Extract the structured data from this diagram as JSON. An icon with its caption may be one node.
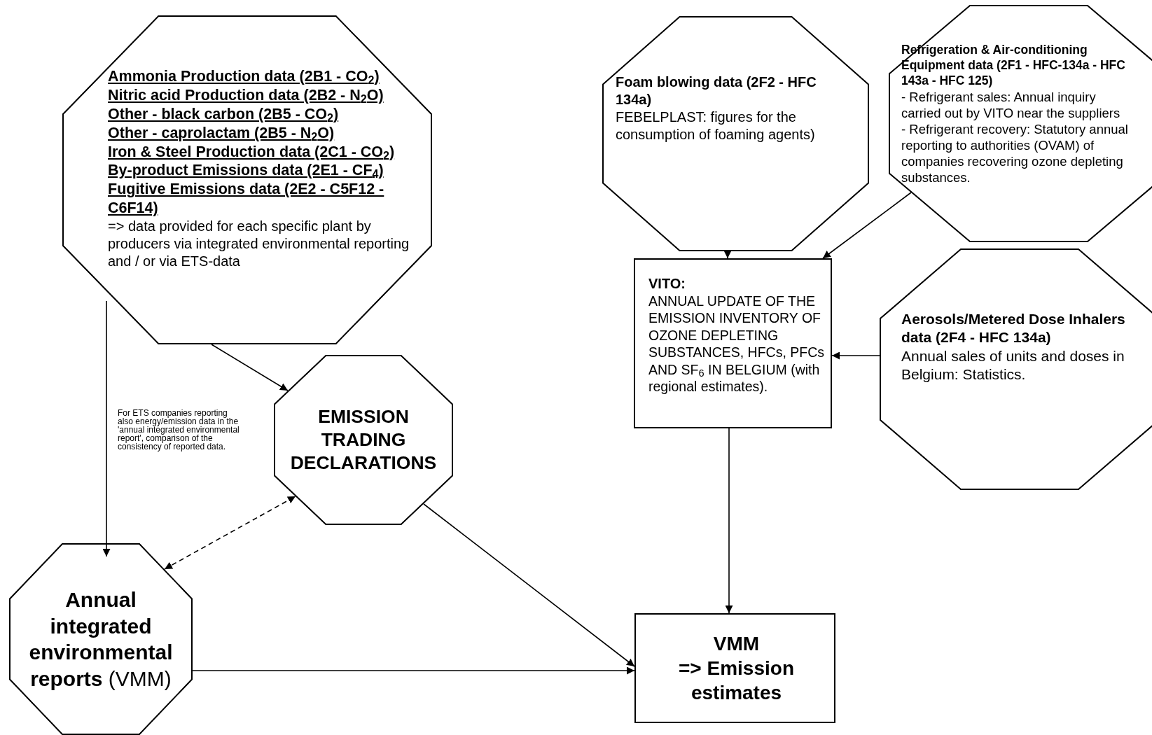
{
  "diagram": {
    "nodes": [
      {
        "text": [
          "Ammonia Production data (2B1 - CO$_{2}$)",
          "Nitric acid Production data (2B2 - N$_{2}$O)",
          "Other - black carbon (2B5 - CO$_{2}$)",
          "Other - caprolactam (2B5 - N$_{2}$O)",
          "Iron & Steel Production data (2C1 - CO$_{2}$)",
          "By-product Emissions data (2E1 - CF$_{4}$)",
          "Fugitive Emissions data (2E2 - C5F12 - C6F14)",
          "=> data provided for each specific plant by producers via integrated environmental reporting and / or via ETS-data"
        ]
      },
      {
        "text": [
          "EMISSION TRADING DECLARATIONS"
        ]
      },
      {
        "text": [
          "**Annual integrated environmental reports** (VMM)"
        ]
      },
      {
        "text": [
          "Foam blowing data (2F2 - HFC 134a)",
          "FEBELPLAST: figures for the consumption of foaming agents)"
        ]
      },
      {
        "text": [
          "Refrigeration & Air-conditioning Equipment data (2F1 - HFC-134a - HFC 143a - HFC 125)",
          "- Refrigerant sales: Annual inquiry carried out by VITO near the suppliers",
          "- Refrigerant recovery: Statutory annual reporting to authorities (OVAM) of companies recovering ozone depleting substances."
        ]
      },
      {
        "text": [
          "VITO:",
          "ANNUAL UPDATE OF THE EMISSION INVENTORY OF OZONE DEPLETING SUBSTANCES, HFCs, PFCs AND SF$_{6}$ IN BELGIUM (with regional estimates)."
        ]
      },
      {
        "text": [
          "Aerosols/Metered Dose Inhalers data (2F4 - HFC 134a)",
          "Annual sales of units and doses in Belgium: Statistics."
        ]
      },
      {
        "text": [
          "VMM",
          "=> Emission estimates"
        ]
      }
    ],
    "edges": [
      {
        "from": 0,
        "to": 2,
        "arrow": "to",
        "label": "For ETS companies reporting also energy/emission data in the 'annual integrated environmental report', comparison of the consistency of reported data."
      },
      {
        "from": 0,
        "to": 1,
        "arrow": "to"
      },
      {
        "from": 2,
        "to": 1,
        "arrow": "both",
        "style": "dashed"
      },
      {
        "from": 1,
        "to": 7,
        "arrow": "to"
      },
      {
        "from": 2,
        "to": 7,
        "arrow": "to"
      },
      {
        "from": 3,
        "to": 5,
        "arrow": "to"
      },
      {
        "from": 4,
        "to": 5,
        "arrow": "to"
      },
      {
        "from": 6,
        "to": 5,
        "arrow": "to"
      },
      {
        "from": 5,
        "to": 7,
        "arrow": "to"
      }
    ]
  }
}
